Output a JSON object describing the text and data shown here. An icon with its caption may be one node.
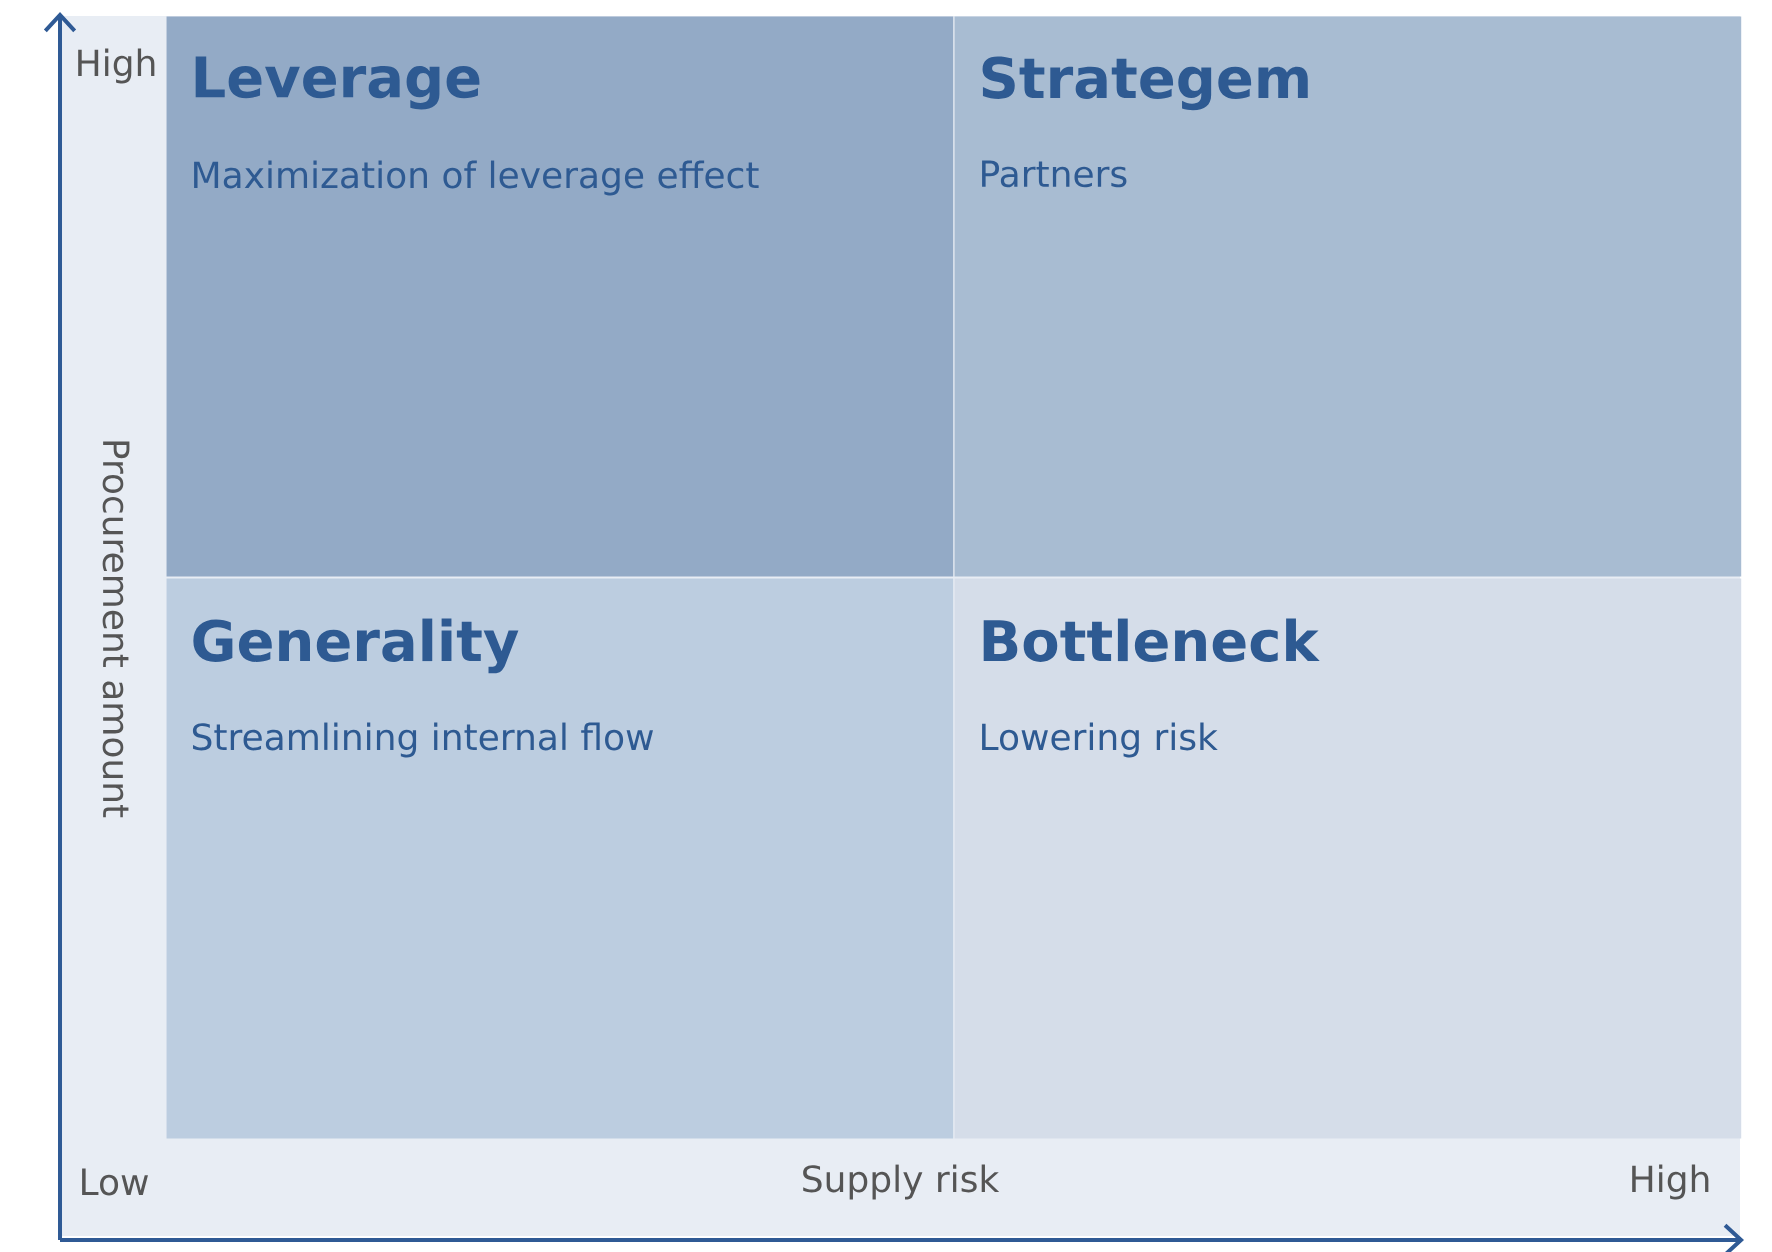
{
  "diagram": {
    "nodes": [
      {
        "text": [
          "Leverage",
          "Maximization of leverage effect"
        ]
      },
      {
        "text": [
          "Strategem",
          "Partners"
        ]
      },
      {
        "text": [
          "Generality",
          "Streamlining internal flow"
        ]
      },
      {
        "text": [
          "Bottleneck",
          "Lowering risk"
        ]
      }
    ],
    "labels": [
      "High",
      "Procurement amount",
      "Low",
      "Supply risk",
      "High"
    ]
  }
}
